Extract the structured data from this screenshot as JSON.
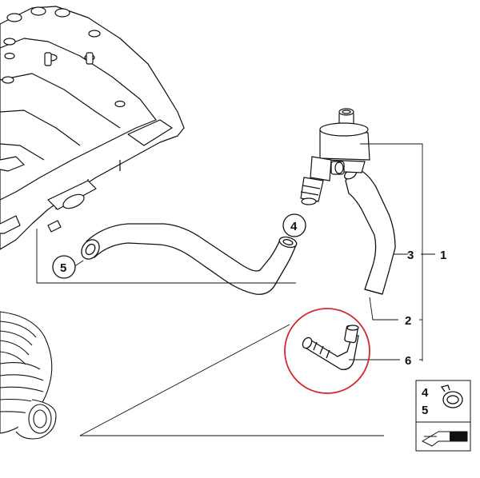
{
  "diagram": {
    "callouts": {
      "c1": "1",
      "c2": "2",
      "c3": "3",
      "c6": "6",
      "c4": "4",
      "c5": "5"
    },
    "legend": {
      "item_a": "4",
      "item_b": "5"
    },
    "highlight_color": "#d7262c",
    "line_color": "#111111"
  }
}
